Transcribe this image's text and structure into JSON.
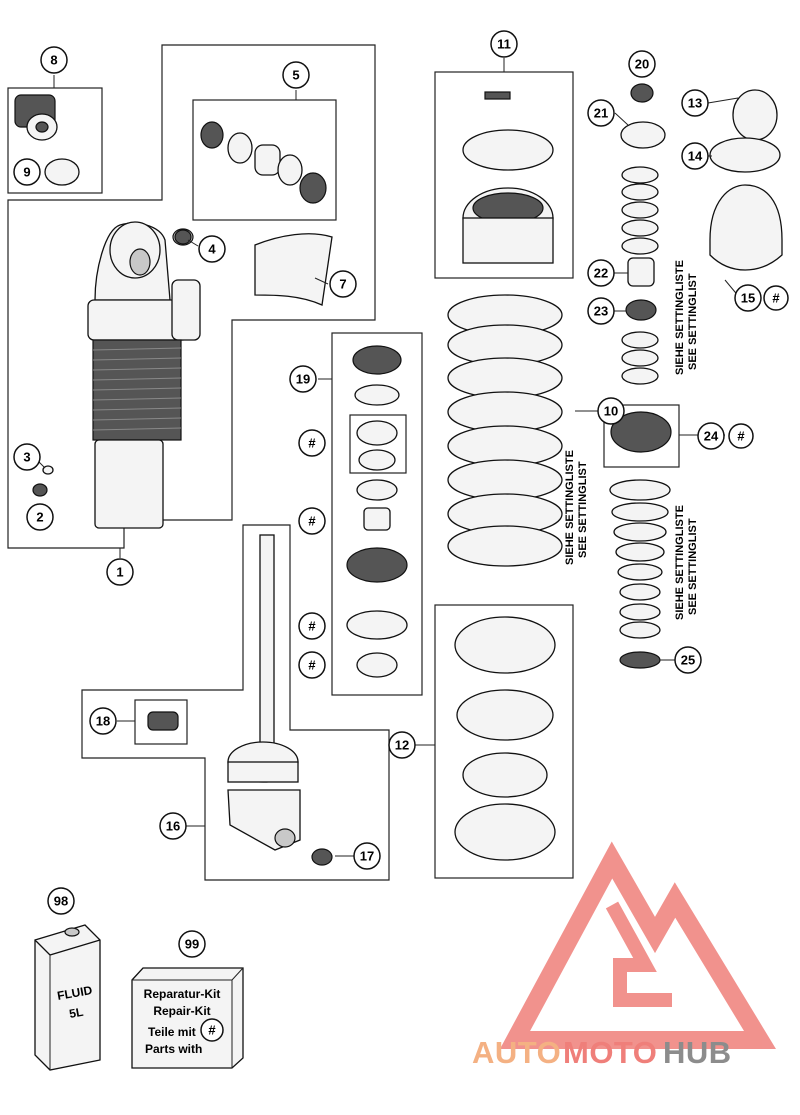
{
  "callouts": {
    "c1": "1",
    "c2": "2",
    "c3": "3",
    "c4": "4",
    "c5": "5",
    "c7": "7",
    "c8": "8",
    "c9": "9",
    "c10": "10",
    "c11": "11",
    "c12": "12",
    "c13": "13",
    "c14": "14",
    "c15": "15",
    "c16": "16",
    "c17": "17",
    "c18": "18",
    "c19": "19",
    "c20": "20",
    "c21": "21",
    "c22": "22",
    "c23": "23",
    "c24": "24",
    "c25": "25",
    "c98": "98",
    "c99": "99",
    "hash": "#"
  },
  "setting_list_labels": {
    "de": "SIEHE SETTINGLISTE",
    "nl": "SEE SETTINGLIST"
  },
  "fluid_can": {
    "line1": "FLUID",
    "line2": "5L"
  },
  "repair_kit": {
    "line1": "Reparatur-Kit",
    "line2": "Repair-Kit",
    "line3": "Teile mit",
    "line4": "Parts with",
    "hash": "#"
  },
  "watermark": {
    "part1": "AUTO",
    "part2": "MOTO",
    "part3": "HUB",
    "colors": {
      "orange": "#f4b183",
      "red": "#ef7f7a",
      "grey": "#8c8c8c"
    }
  }
}
